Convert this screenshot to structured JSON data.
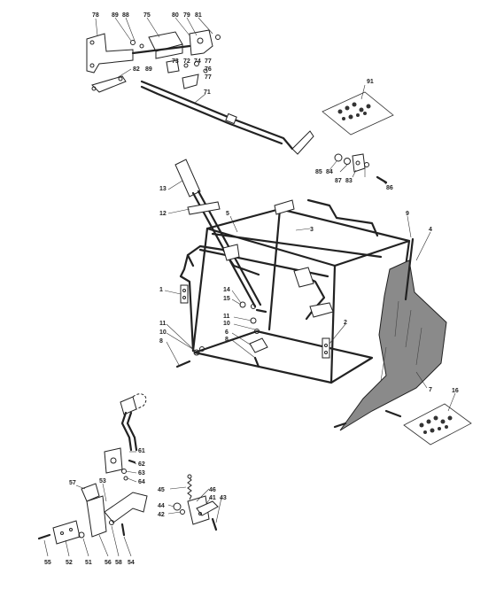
{
  "labels": {
    "l78": "78",
    "l89a": "89",
    "l88": "88",
    "l75": "75",
    "l80": "80",
    "l79": "79",
    "l81": "81",
    "l82": "82",
    "l73": "73",
    "l72": "72",
    "l74": "74",
    "l77a": "77",
    "l76": "76",
    "l77b": "77",
    "l89b": "89",
    "l71": "71",
    "l91": "91",
    "l85": "85",
    "l84": "84",
    "l87": "87",
    "l83": "83",
    "l86": "86",
    "l13": "13",
    "l12": "12",
    "l5": "5",
    "l3": "3",
    "l9": "9",
    "l4": "4",
    "l1": "1",
    "l14": "14",
    "l15": "15",
    "l11a": "11",
    "l10a": "10",
    "l6": "6",
    "l8a": "8",
    "l2": "2",
    "l11b": "11",
    "l10b": "10",
    "l8b": "8",
    "l7": "7",
    "l16": "16",
    "l61": "61",
    "l62": "62",
    "l63": "63",
    "l64": "64",
    "l57": "57",
    "l53": "53",
    "l45": "45",
    "l46": "46",
    "l44": "44",
    "l42": "42",
    "l41": "41",
    "l43": "43",
    "l55": "55",
    "l52": "52",
    "l51": "51",
    "l56": "56",
    "l58": "58",
    "l54": "54"
  }
}
